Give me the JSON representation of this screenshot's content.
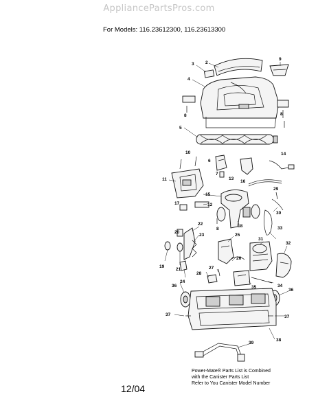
{
  "watermark": "AppliancePartsPros.com",
  "models_label": "For Models:  116.23612300, 116.23613300",
  "date": "12/04",
  "note": {
    "line1": "Power-Mate® Parts List is Combined",
    "line2": "with the Canister Parts List",
    "line3": "Refer to You Canister Model Number"
  },
  "callouts": {
    "c2": "2",
    "c3": "3",
    "c4": "4",
    "c5": "5",
    "c6": "6",
    "c7": "7",
    "c8a": "8",
    "c8b": "8",
    "c8c": "8",
    "c9": "9",
    "c10": "10",
    "c11": "11",
    "c12": "12",
    "c13": "13",
    "c14": "14",
    "c15": "15",
    "c16": "16",
    "c17": "17",
    "c18": "18",
    "c19": "19",
    "c20": "20",
    "c21": "21",
    "c22": "22",
    "c23": "23",
    "c24": "24",
    "c25": "25",
    "c26": "26",
    "c27": "27",
    "c28": "28",
    "c29": "29",
    "c30": "30",
    "c31": "31",
    "c32": "32",
    "c33": "33",
    "c34": "34",
    "c35": "35",
    "c36a": "36",
    "c36b": "36",
    "c37a": "37",
    "c37b": "37",
    "c38": "38",
    "c39": "39"
  }
}
